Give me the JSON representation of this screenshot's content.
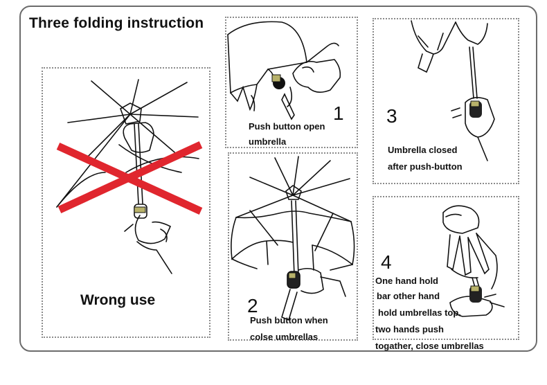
{
  "title": "Three folding instruction",
  "panels": {
    "wrong": {
      "label": "Wrong use"
    },
    "step1": {
      "number": "1",
      "caption_line1": "Push button open",
      "caption_line2": "umbrella"
    },
    "step2": {
      "number": "2",
      "caption_line1": "Push button when",
      "caption_line2": "colse umbrellas"
    },
    "step3": {
      "number": "3",
      "caption_line1": "Umbrella closed",
      "caption_line2": "after push-button"
    },
    "step4": {
      "number": "4",
      "caption_line1": "One hand hold",
      "caption_line2": "bar other hand",
      "caption_line3": "hold umbrellas top.",
      "caption_line4": "two hands push",
      "caption_line5": "togather, close umbrellas"
    }
  },
  "colors": {
    "cross": "#e0262e",
    "line": "#111111",
    "frame": "#6b6b6b"
  }
}
